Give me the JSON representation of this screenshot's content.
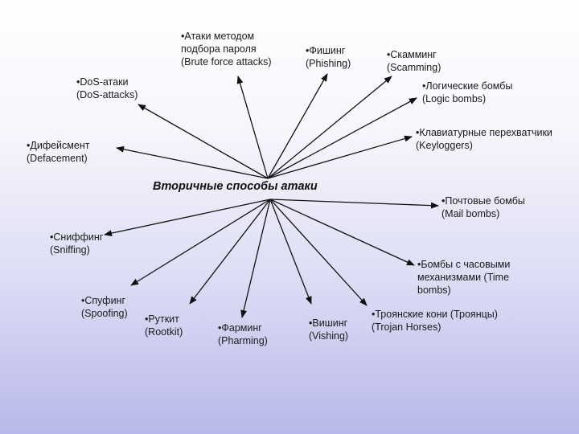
{
  "diagram": {
    "center_label": "Вторичные способы атаки",
    "nodes": [
      {
        "id": "brute-force",
        "lines": [
          "•Атаки методом",
          "подбора пароля",
          "(Brute force attacks)"
        ]
      },
      {
        "id": "phishing",
        "lines": [
          "•Фишинг",
          "(Phishing)"
        ]
      },
      {
        "id": "scamming",
        "lines": [
          "•Скамминг",
          "(Scamming)"
        ]
      },
      {
        "id": "dos",
        "lines": [
          "•DoS-атаки",
          "(DoS-attacks)"
        ]
      },
      {
        "id": "logic-bombs",
        "lines": [
          "•Логические бомбы",
          "(Logic bombs)"
        ]
      },
      {
        "id": "keyloggers",
        "lines": [
          "•Клавиатурные перехватчики",
          "(Keyloggers)"
        ]
      },
      {
        "id": "defacement",
        "lines": [
          "•Дифейсмент",
          "(Defacement)"
        ]
      },
      {
        "id": "mail-bombs",
        "lines": [
          "•Почтовые бомбы",
          "(Mail bombs)"
        ]
      },
      {
        "id": "sniffing",
        "lines": [
          "•Сниффинг",
          "(Sniffing)"
        ]
      },
      {
        "id": "time-bombs",
        "lines": [
          "•Бомбы с часовыми",
          "механизмами (Time",
          "bombs)"
        ]
      },
      {
        "id": "spoofing",
        "lines": [
          "•Спуфинг",
          "(Spoofing)"
        ]
      },
      {
        "id": "rootkit",
        "lines": [
          "•Руткит",
          "(Rootkit)"
        ]
      },
      {
        "id": "pharming",
        "lines": [
          "•Фарминг",
          "(Pharming)"
        ]
      },
      {
        "id": "vishing",
        "lines": [
          "•Вишинг",
          "(Vishing)"
        ]
      },
      {
        "id": "trojans",
        "lines": [
          "•Троянские кони (Троянцы)",
          "(Trojan Horses)"
        ]
      }
    ]
  }
}
